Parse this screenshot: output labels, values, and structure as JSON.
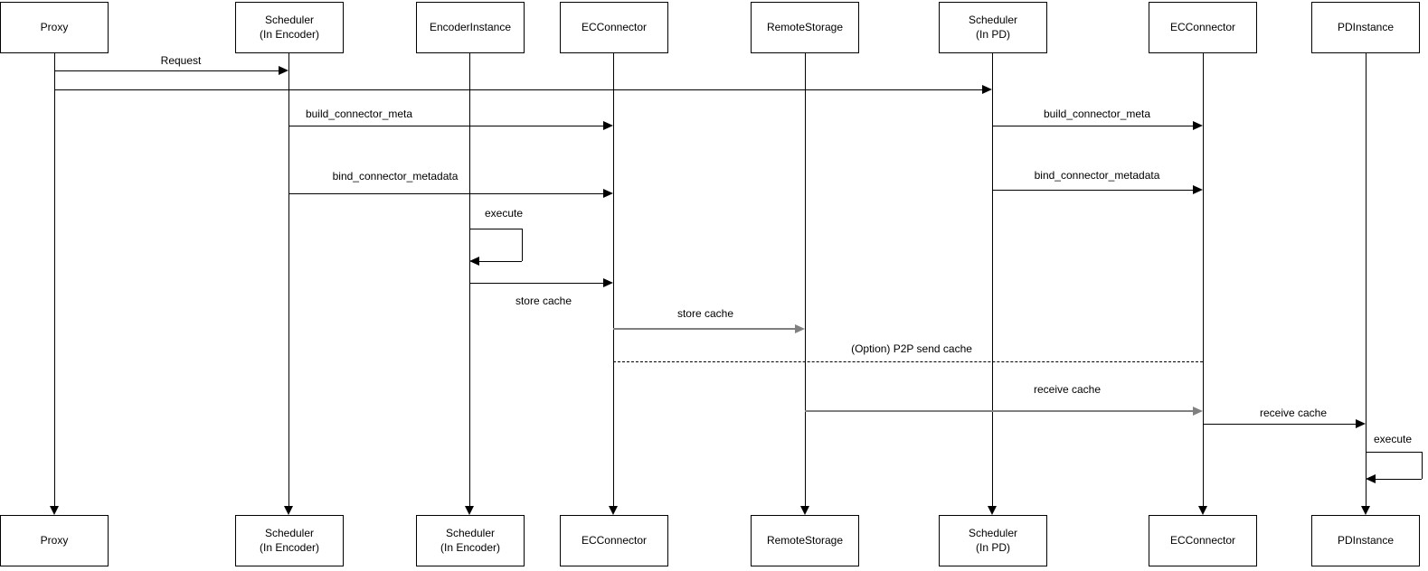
{
  "diagram": {
    "type": "sequence-diagram",
    "actors_top": [
      {
        "name": "proxy",
        "line1": "Proxy",
        "line2": ""
      },
      {
        "name": "scheduler-in-encoder",
        "line1": "Scheduler",
        "line2": "(In Encoder)"
      },
      {
        "name": "encoder-instance",
        "line1": "EncoderInstance",
        "line2": ""
      },
      {
        "name": "ec-connector",
        "line1": "ECConnector",
        "line2": ""
      },
      {
        "name": "remote-storage",
        "line1": "RemoteStorage",
        "line2": ""
      },
      {
        "name": "scheduler-in-pd",
        "line1": "Scheduler",
        "line2": "(In PD)"
      },
      {
        "name": "ec-connector-pd",
        "line1": "ECConnector",
        "line2": ""
      },
      {
        "name": "pd-instance",
        "line1": "PDInstance",
        "line2": ""
      }
    ],
    "actors_bottom": [
      {
        "name": "proxy",
        "line1": "Proxy",
        "line2": ""
      },
      {
        "name": "scheduler-in-encoder",
        "line1": "Scheduler",
        "line2": "(In Encoder)"
      },
      {
        "name": "scheduler-in-encoder-2",
        "line1": "Scheduler",
        "line2": "(In Encoder)"
      },
      {
        "name": "ec-connector",
        "line1": "ECConnector",
        "line2": ""
      },
      {
        "name": "remote-storage",
        "line1": "RemoteStorage",
        "line2": ""
      },
      {
        "name": "scheduler-in-pd",
        "line1": "Scheduler",
        "line2": "(In PD)"
      },
      {
        "name": "ec-connector-pd",
        "line1": "ECConnector",
        "line2": ""
      },
      {
        "name": "pd-instance",
        "line1": "PDInstance",
        "line2": ""
      }
    ],
    "messages": [
      {
        "label": "Request",
        "from": "Proxy",
        "to": "Scheduler (In Encoder)",
        "line": "solid"
      },
      {
        "label": "",
        "from": "Proxy",
        "to": "Scheduler (In PD)",
        "line": "solid"
      },
      {
        "label": "build_connector_meta",
        "from": "Scheduler (In Encoder)",
        "to": "ECConnector",
        "line": "solid"
      },
      {
        "label": "build_connector_meta",
        "from": "Scheduler (In PD)",
        "to": "ECConnector (In PD)",
        "line": "solid"
      },
      {
        "label": "bind_connector_metadata",
        "from": "Scheduler (In Encoder)",
        "to": "ECConnector",
        "line": "solid"
      },
      {
        "label": "bind_connector_metadata",
        "from": "Scheduler (In PD)",
        "to": "ECConnector (In PD)",
        "line": "solid"
      },
      {
        "label": "execute",
        "from": "EncoderInstance",
        "to": "EncoderInstance",
        "line": "self"
      },
      {
        "label": "store cache",
        "from": "EncoderInstance",
        "to": "ECConnector",
        "line": "solid"
      },
      {
        "label": "store cache",
        "from": "ECConnector",
        "to": "RemoteStorage",
        "line": "solid-gray"
      },
      {
        "label": "(Option) P2P send cache",
        "from": "ECConnector",
        "to": "ECConnector (In PD)",
        "line": "dashed"
      },
      {
        "label": "receive cache",
        "from": "RemoteStorage",
        "to": "ECConnector (In PD)",
        "line": "solid-gray"
      },
      {
        "label": "receive cache",
        "from": "ECConnector (In PD)",
        "to": "PDInstance",
        "line": "solid"
      },
      {
        "label": "execute",
        "from": "PDInstance",
        "to": "PDInstance",
        "line": "self"
      }
    ],
    "colors": {
      "line": "#000000",
      "muted_line": "#808080",
      "box_fill": "#ffffff",
      "box_border": "#000000"
    }
  }
}
